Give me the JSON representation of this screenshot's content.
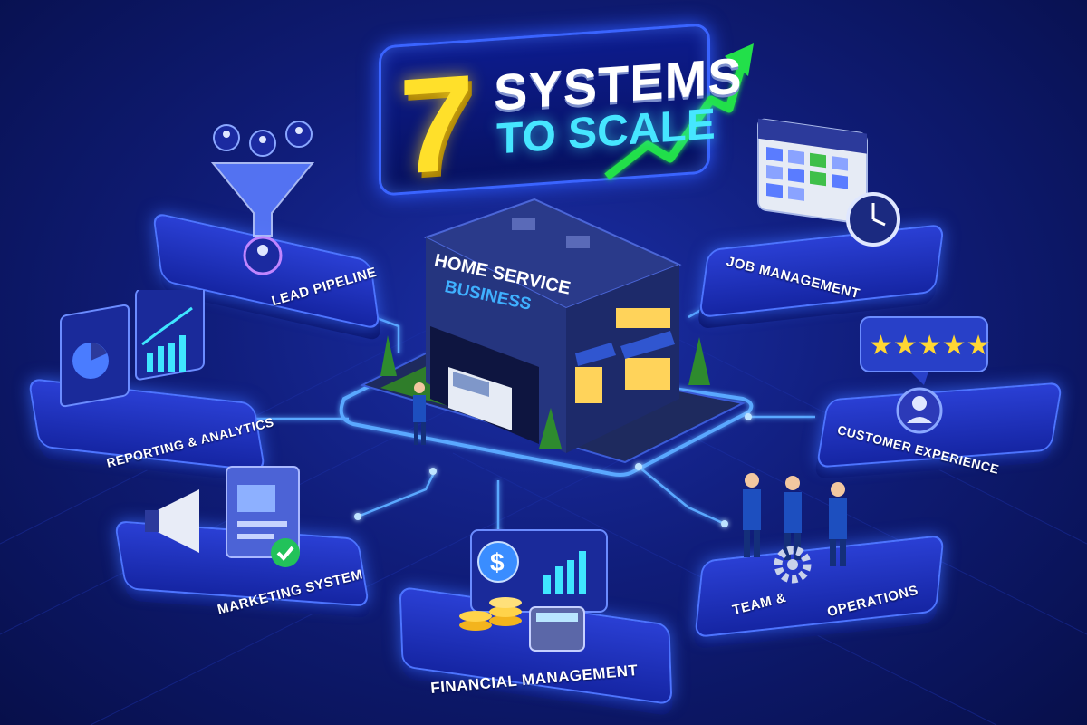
{
  "title": {
    "number": "7",
    "line1": "SYSTEMS",
    "line2": "TO SCALE"
  },
  "center": {
    "line1": "HOME SERVICE",
    "line2": "BUSINESS"
  },
  "systems": {
    "lead_pipeline": "LEAD PIPELINE",
    "job_management": "JOB MANAGEMENT",
    "reporting_analytics": "REPORTING & ANALYTICS",
    "customer_experience": "CUSTOMER EXPERIENCE",
    "marketing_system": "MARKETING SYSTEM",
    "financial_management": "FINANCIAL MANAGEMENT",
    "team_operations_left": "TEAM &",
    "team_operations_right": "OPERATIONS"
  },
  "icons": {
    "dollar": "$",
    "stars": "★★★★★"
  },
  "colors": {
    "background": "#101d7a",
    "accent_cyan": "#46e6ff",
    "title_yellow": "#ffe02a",
    "growth_green": "#22e04a",
    "platform_blue": "#2a3fd4"
  }
}
